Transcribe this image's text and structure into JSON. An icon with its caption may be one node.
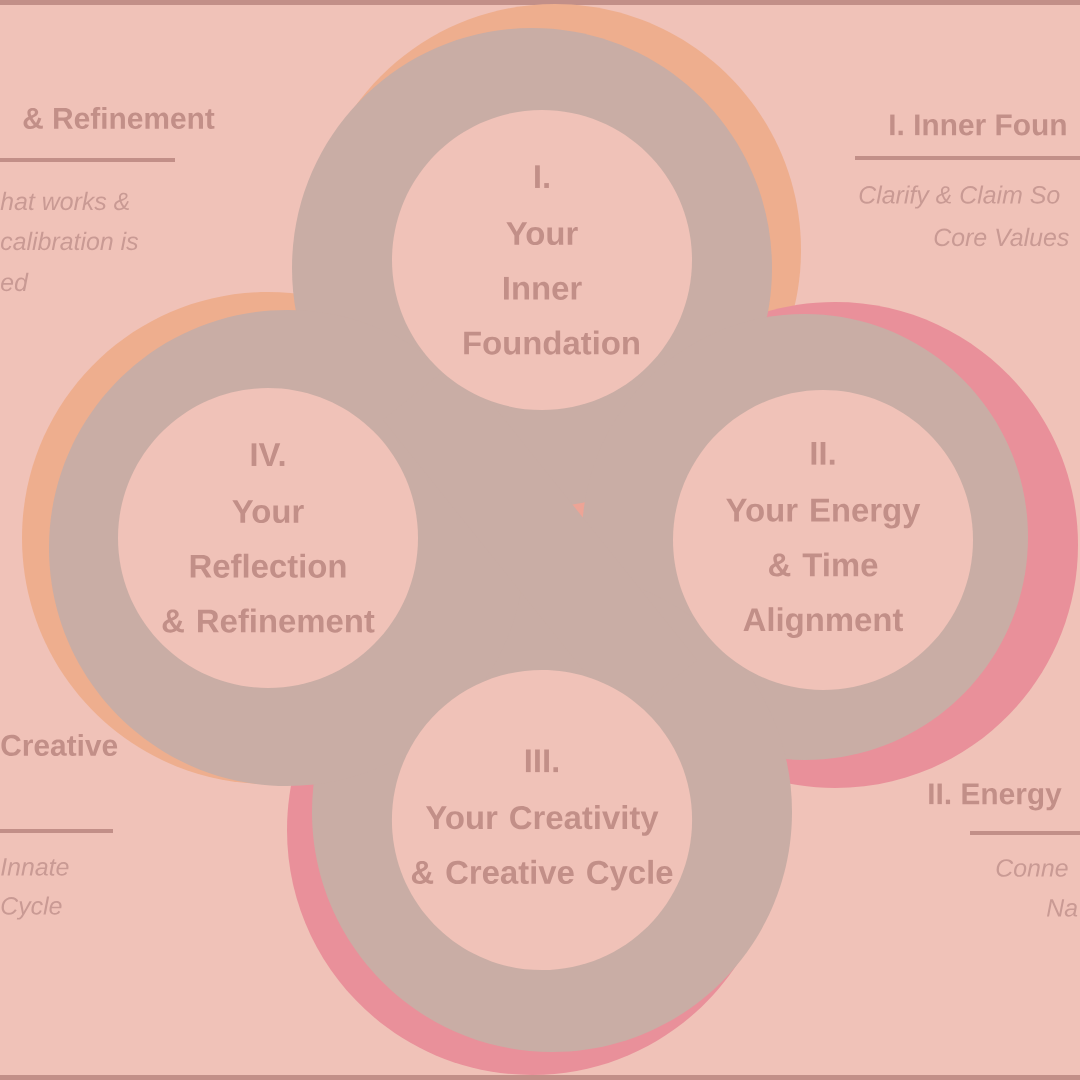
{
  "diagram": {
    "nodes": [
      {
        "text": [
          "I.",
          "Your Inner Foundation"
        ]
      },
      {
        "text": [
          "II.",
          "Your Energy & Time Alignment"
        ]
      },
      {
        "text": [
          "III.",
          "Your Creativity & Creative Cycle"
        ]
      },
      {
        "text": [
          "IV.",
          "Your Reflection & Refinement"
        ]
      }
    ],
    "labels": [
      "& Refinement",
      "hat works &",
      "calibration is",
      "ed",
      "I. Inner Foun",
      "Clarify & Claim So",
      "Core Values",
      "Creative",
      "Innate",
      "Cycle",
      "II. Energy",
      "Conne",
      "Na"
    ]
  }
}
